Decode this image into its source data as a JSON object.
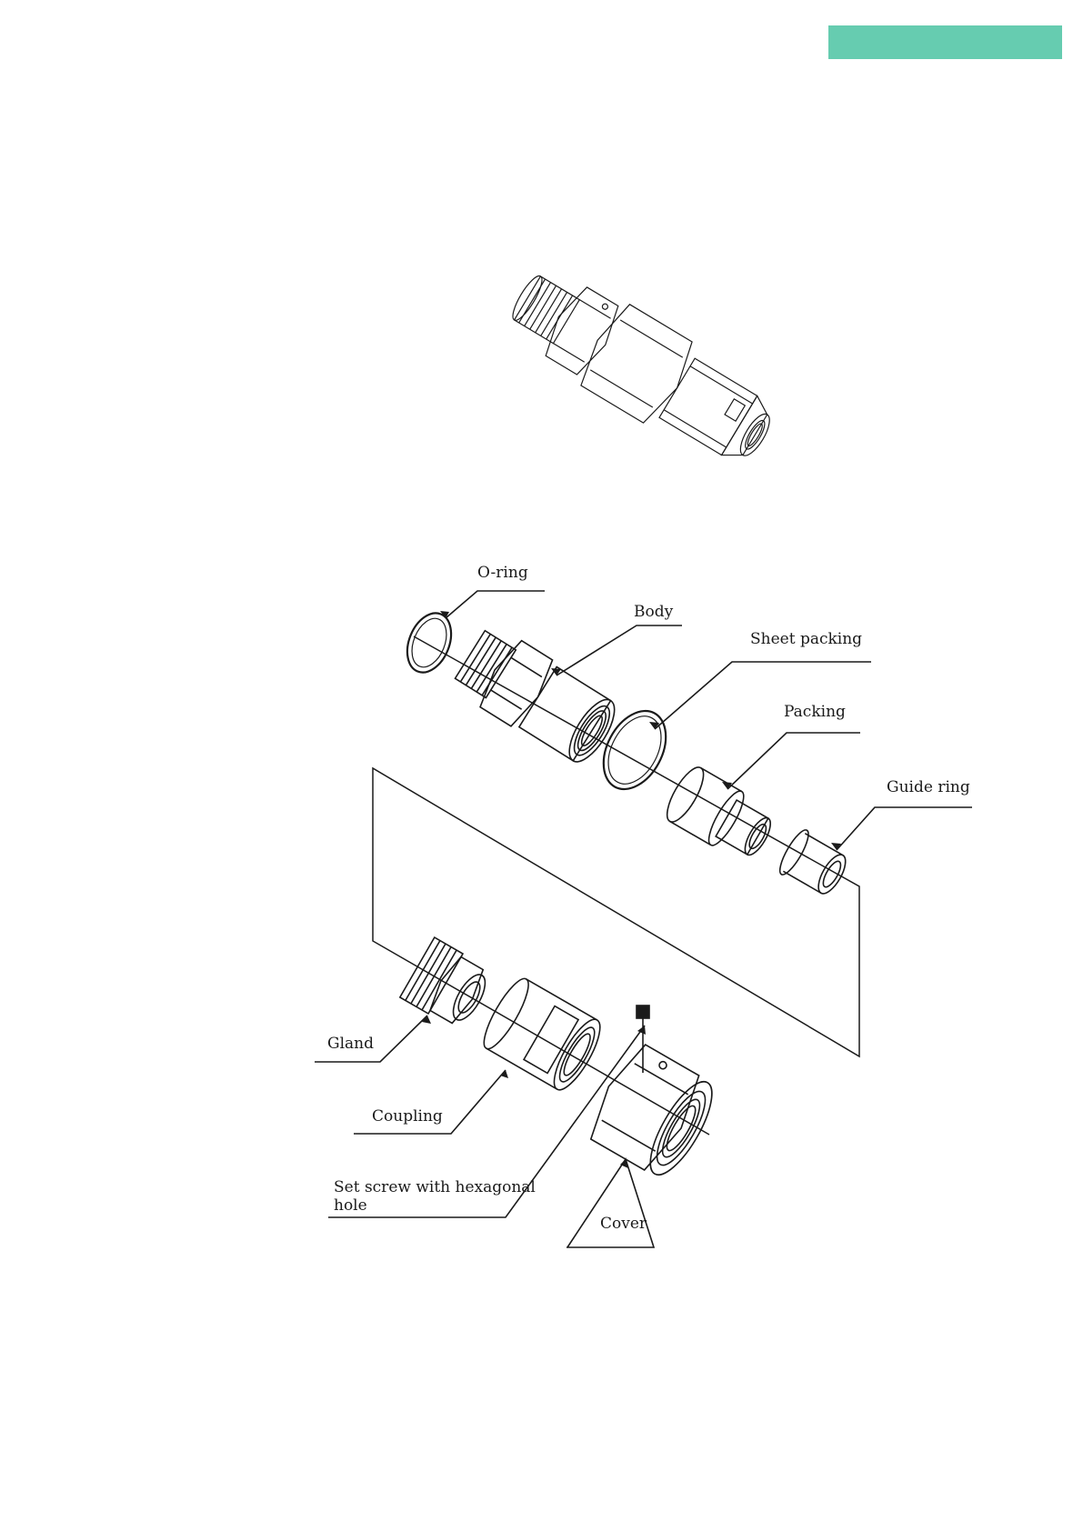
{
  "header": {
    "tab_color": "#66CCB0"
  },
  "callouts": {
    "o_ring": "O-ring",
    "body": "Body",
    "sheet_packing": "Sheet packing",
    "packing": "Packing",
    "guide_ring": "Guide ring",
    "gland": "Gland",
    "coupling": "Coupling",
    "set_screw_line1": "Set screw with hexagonal",
    "set_screw_line2": "hole",
    "cover": "Cover"
  }
}
